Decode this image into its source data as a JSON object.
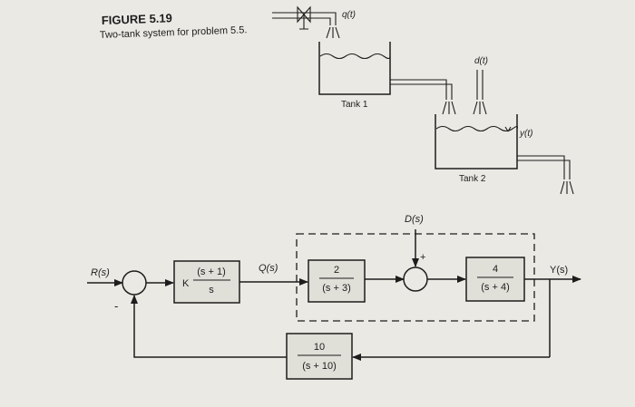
{
  "figure": {
    "number": "FIGURE 5.19",
    "caption": "Two-tank system for problem 5.5."
  },
  "tanks": {
    "inflow_label": "q(t)",
    "disturbance_label": "d(t)",
    "tank1_label": "Tank 1",
    "tank2_label": "Tank 2",
    "level_label": "y(t)"
  },
  "block_diagram": {
    "input_label": "R(s)",
    "output_label": "Y(s)",
    "disturbance_label": "D(s)",
    "intermediate_label": "Q(s)",
    "summer1_minus_sign": "-",
    "summer2_plus_sign": "+",
    "controller": {
      "gain": "K",
      "numerator": "(s + 1)",
      "denominator": "s"
    },
    "plant1": {
      "numerator": "2",
      "denominator": "(s + 3)"
    },
    "plant2": {
      "numerator": "4",
      "denominator": "(s + 4)"
    },
    "feedback": {
      "numerator": "10",
      "denominator": "(s + 10)"
    }
  }
}
